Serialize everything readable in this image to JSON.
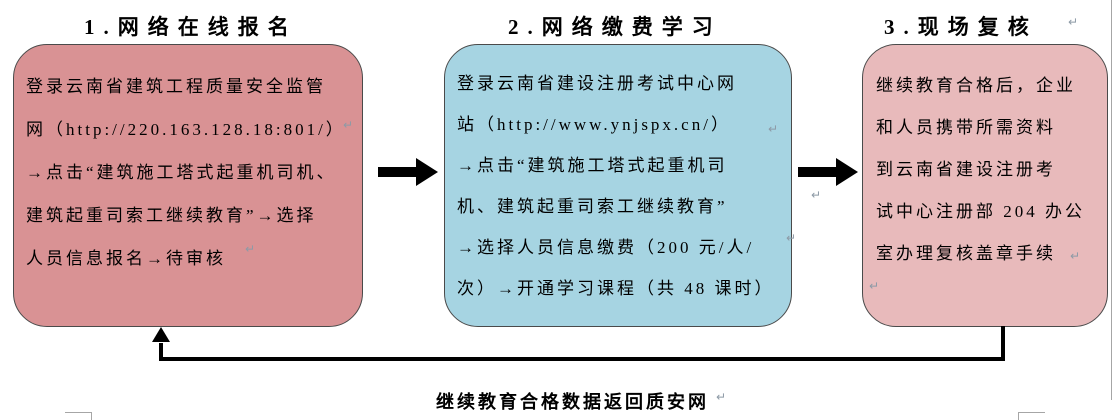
{
  "titles": [
    {
      "label": "1.网络在线报名"
    },
    {
      "label": "2.网络缴费学习"
    },
    {
      "label": "3.现场复核"
    }
  ],
  "boxes": [
    {
      "name": "online-registration",
      "lines": [
        "登录云南省建筑工程质量安全监管",
        "网（http://220.163.128.18:801/）",
        "→点击“建筑施工塔式起重机司机、",
        "建筑起重司索工继续教育”→选择",
        "人员信息报名→待审核"
      ]
    },
    {
      "name": "online-payment-study",
      "lines": [
        "登录云南省建设注册考试中心网",
        "站（http://www.ynjspx.cn/）",
        "→点击“建筑施工塔式起重机司",
        "机、建筑起重司索工继续教育”",
        "→选择人员信息缴费（200 元/人/",
        "次）→开通学习课程（共 48 课时）"
      ]
    },
    {
      "name": "onsite-review",
      "lines": [
        "继续教育合格后，企业",
        "和人员携带所需资料",
        "到云南省建设注册考",
        "试中心注册部 204 办公",
        "室办理复核盖章手续"
      ]
    }
  ],
  "footer": {
    "label": "继续教育合格数据返回质安网"
  },
  "marks": {
    "glyph": "↵"
  },
  "colors": {
    "box1-fill": "#d99294",
    "box2-fill": "#a6d4e2",
    "box3-fill": "#e8babb",
    "box-border": "#4a4a4a",
    "arrow": "#000000",
    "mark": "#8d9aa6",
    "guide": "#a6a6a6"
  }
}
